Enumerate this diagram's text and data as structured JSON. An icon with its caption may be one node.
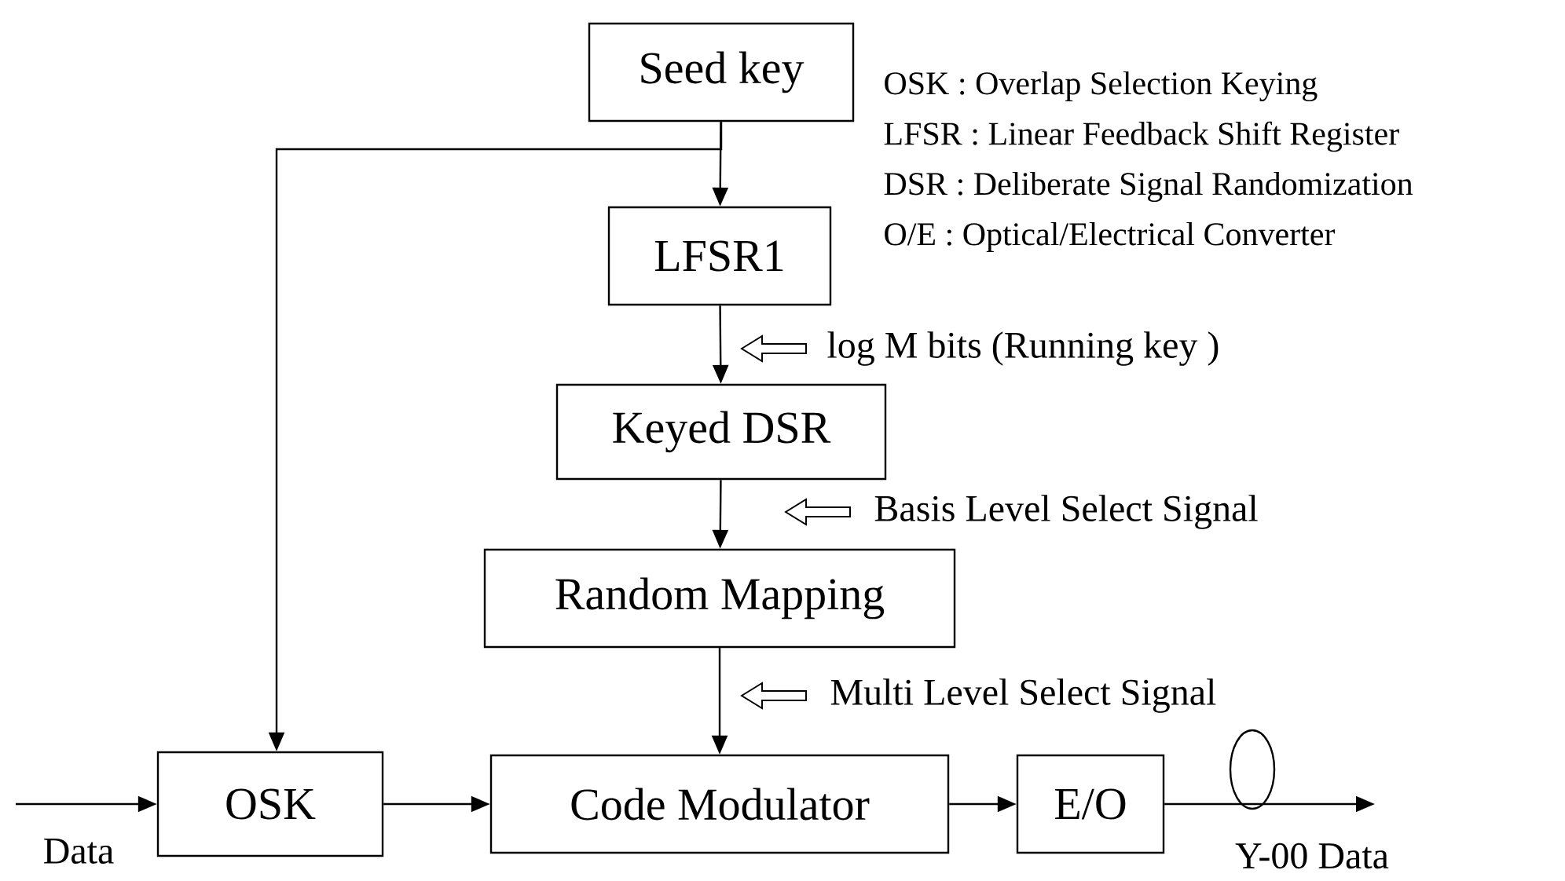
{
  "diagram": {
    "nodes": [
      {
        "text": [
          "Seed key"
        ]
      },
      {
        "text": [
          "LFSR1"
        ]
      },
      {
        "text": [
          "Keyed DSR"
        ]
      },
      {
        "text": [
          "Random Mapping"
        ]
      },
      {
        "text": [
          "OSK"
        ]
      },
      {
        "text": [
          "Code   Modulator"
        ]
      },
      {
        "text": [
          "E/O"
        ]
      }
    ],
    "edges": [
      {
        "from": 0,
        "to": 1,
        "arrow": "to"
      },
      {
        "from": 0,
        "to": 4,
        "arrow": "to"
      },
      {
        "from": 1,
        "to": 2,
        "arrow": "to",
        "label": "log M bits (Running key )"
      },
      {
        "from": 2,
        "to": 3,
        "arrow": "to",
        "label": "Basis Level Select Signal"
      },
      {
        "from": 3,
        "to": 5,
        "arrow": "to",
        "label": "Multi Level Select Signal"
      },
      {
        "from": null,
        "to": 4,
        "arrow": "to",
        "label": "Data"
      },
      {
        "from": 4,
        "to": 5,
        "arrow": "to"
      },
      {
        "from": 5,
        "to": 6,
        "arrow": "to"
      },
      {
        "from": 6,
        "to": null,
        "arrow": "to",
        "label": "Y-00 Data"
      }
    ],
    "labels": [
      "OSK : Overlap Selection Keying",
      "LFSR : Linear Feedback Shift Register",
      "DSR : Deliberate Signal Randomization",
      "O/E : Optical/Electrical Converter"
    ]
  }
}
